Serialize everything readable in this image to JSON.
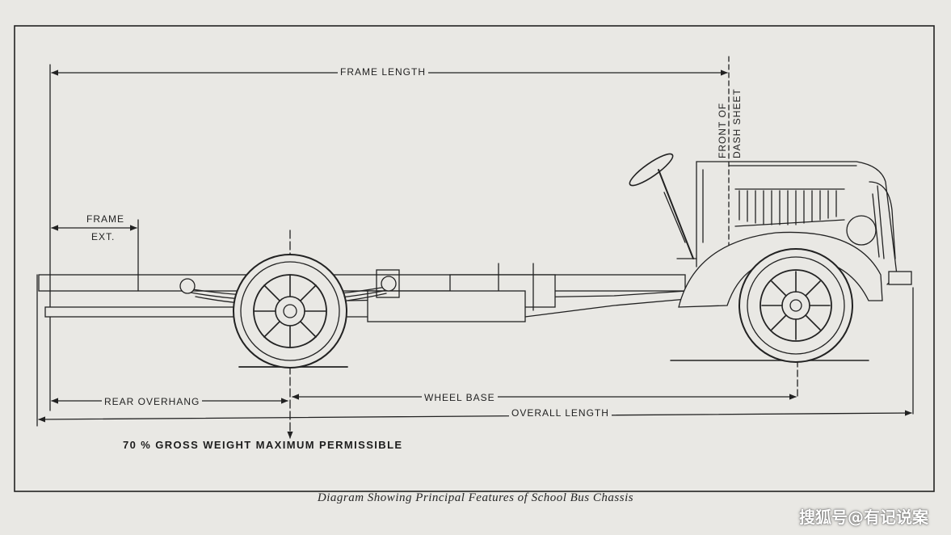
{
  "labels": {
    "frame_length": "FRAME LENGTH",
    "front_of_dash_line1": "FRONT OF",
    "front_of_dash_line2": "DASH SHEET",
    "frame_ext_line1": "FRAME",
    "frame_ext_line2": "EXT.",
    "rear_overhang": "REAR OVERHANG",
    "wheel_base": "WHEEL BASE",
    "overall_length": "OVERALL LENGTH",
    "gross_weight_note": "70 % GROSS WEIGHT MAXIMUM PERMISSIBLE"
  },
  "caption": "Diagram Showing Principal Features of School Bus Chassis",
  "watermark": "搜狐号@有记说案",
  "colors": {
    "paper": "#e9e8e4",
    "ink": "#222222"
  }
}
